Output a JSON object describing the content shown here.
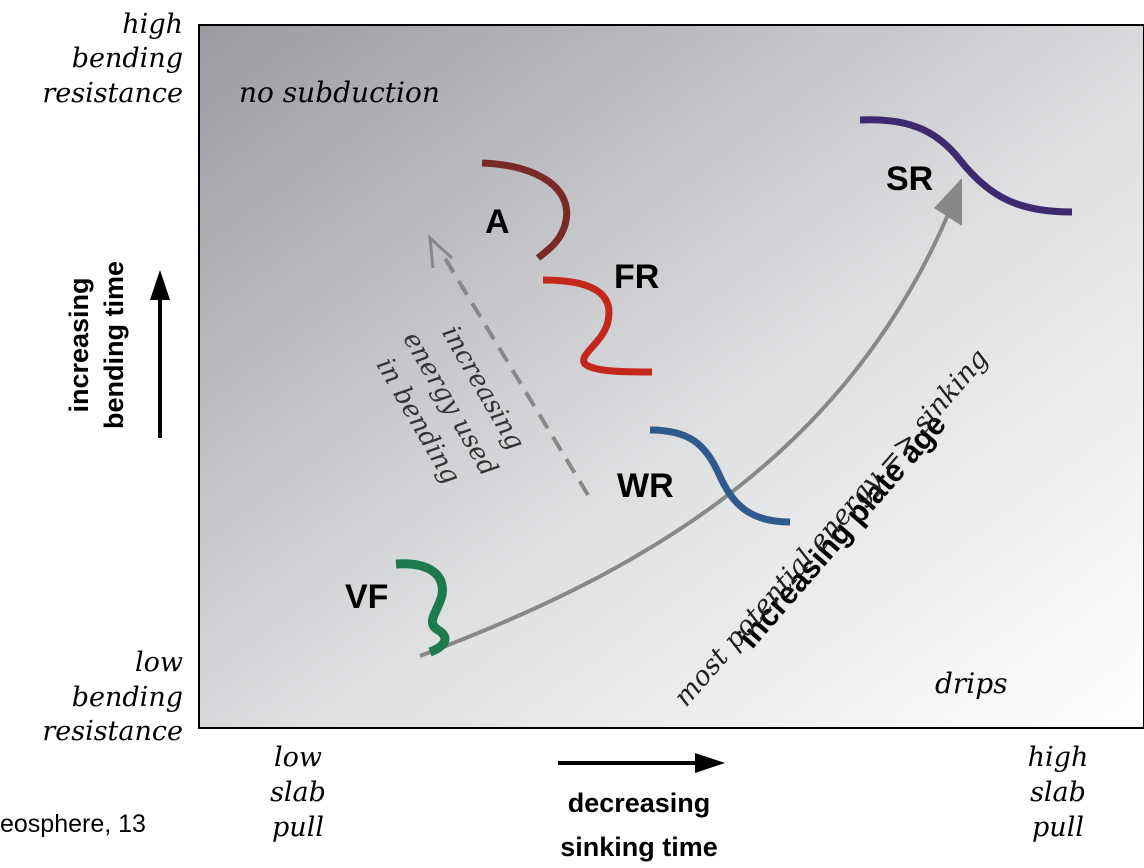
{
  "y_axis": {
    "top_label": [
      "high",
      "bending",
      "resistance"
    ],
    "bottom_label": [
      "low",
      "bending",
      "resistance"
    ],
    "direction_label": [
      "increasing",
      "bending time"
    ]
  },
  "x_axis": {
    "left_label": [
      "low",
      "slab",
      "pull"
    ],
    "right_label": [
      "high",
      "slab",
      "pull"
    ],
    "direction_label": [
      "decreasing",
      "sinking time"
    ]
  },
  "regions": {
    "no_subduction": "no subduction",
    "drips": "drips"
  },
  "slabs": [
    {
      "id": "A",
      "label": "A",
      "color": "#7a2a26"
    },
    {
      "id": "FR",
      "label": "FR",
      "color": "#c4281c"
    },
    {
      "id": "WR",
      "label": "WR",
      "color": "#2e5a8e"
    },
    {
      "id": "VF",
      "label": "VF",
      "color": "#1d7a4e"
    },
    {
      "id": "SR",
      "label": "SR",
      "color": "#3d2a6e"
    }
  ],
  "annotations": {
    "energy_bending": [
      "increasing",
      "energy used",
      "in bending"
    ],
    "plate_age": "increasing plate age",
    "potential_energy": "most potential energy => sinking"
  },
  "citation_fragment": "eosphere, 13",
  "colors": {
    "arrow_gray": "#888888",
    "panel_dark": "#9a9ba0",
    "panel_light": "#ffffff"
  }
}
